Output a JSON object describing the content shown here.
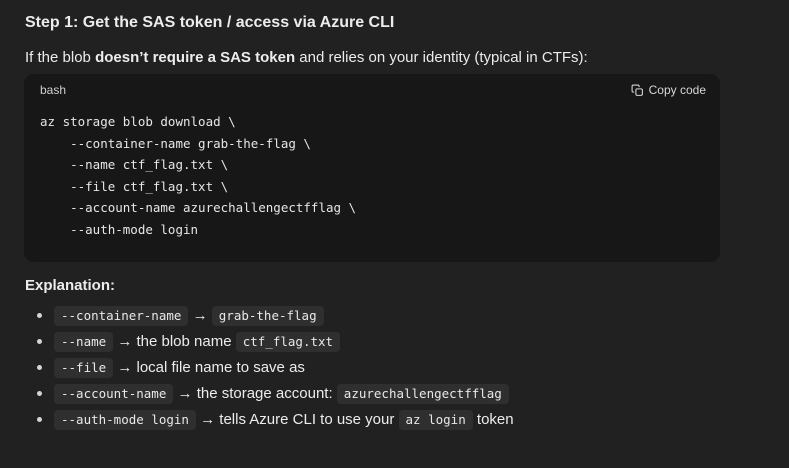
{
  "colors": {
    "page_background": "#212121",
    "code_block_background": "#171717",
    "inline_code_background": "#2f2f2f",
    "text": "#ececec",
    "muted_text": "#cfcfcf"
  },
  "heading": "Step 1: Get the SAS token / access via Azure CLI",
  "intro": {
    "pre": "If the blob ",
    "bold": "doesn’t require a SAS token",
    "post": " and relies on your identity (typical in CTFs):"
  },
  "code_block": {
    "language": "bash",
    "copy_label": "Copy code",
    "copy_icon": "copy-icon",
    "lines": [
      "az storage blob download \\",
      "    --container-name grab-the-flag \\",
      "    --name ctf_flag.txt \\",
      "    --file ctf_flag.txt \\",
      "    --account-name azurechallengectfflag \\",
      "    --auth-mode login"
    ]
  },
  "explanation": {
    "heading": "Explanation:",
    "bullets": [
      [
        {
          "t": "code",
          "v": "--container-name"
        },
        {
          "t": "text",
          "v": " → "
        },
        {
          "t": "code",
          "v": "grab-the-flag"
        }
      ],
      [
        {
          "t": "code",
          "v": "--name"
        },
        {
          "t": "text",
          "v": " → the blob name "
        },
        {
          "t": "code",
          "v": "ctf_flag.txt"
        }
      ],
      [
        {
          "t": "code",
          "v": "--file"
        },
        {
          "t": "text",
          "v": " → local file name to save as"
        }
      ],
      [
        {
          "t": "code",
          "v": "--account-name"
        },
        {
          "t": "text",
          "v": " → the storage account: "
        },
        {
          "t": "code",
          "v": "azurechallengectfflag"
        }
      ],
      [
        {
          "t": "code",
          "v": "--auth-mode login"
        },
        {
          "t": "text",
          "v": " → tells Azure CLI to use your "
        },
        {
          "t": "code",
          "v": "az login"
        },
        {
          "t": "text",
          "v": " token"
        }
      ]
    ]
  }
}
